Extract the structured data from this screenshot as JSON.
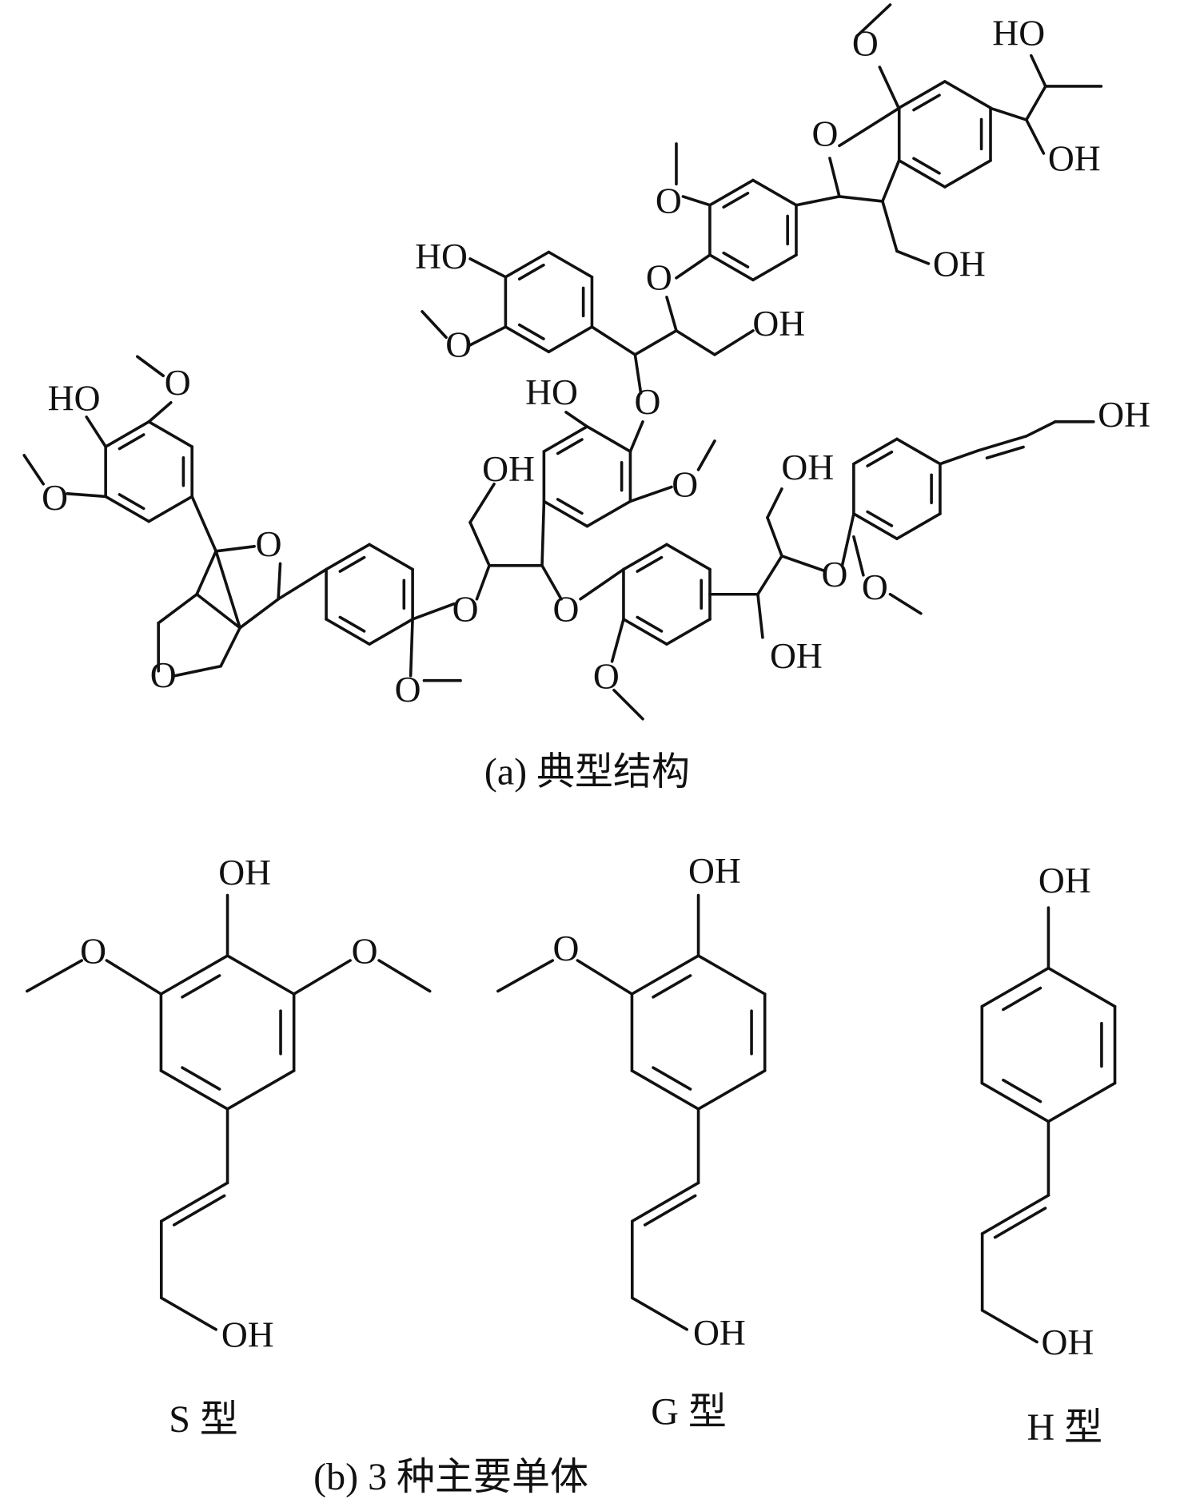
{
  "atoms": {
    "oh": "OH",
    "ho": "HO",
    "o": "O"
  },
  "captions": {
    "part_a": "(a) 典型结构",
    "part_b": "(b) 3 种主要单体",
    "s_type": "S 型",
    "g_type": "G 型",
    "h_type": "H 型"
  }
}
